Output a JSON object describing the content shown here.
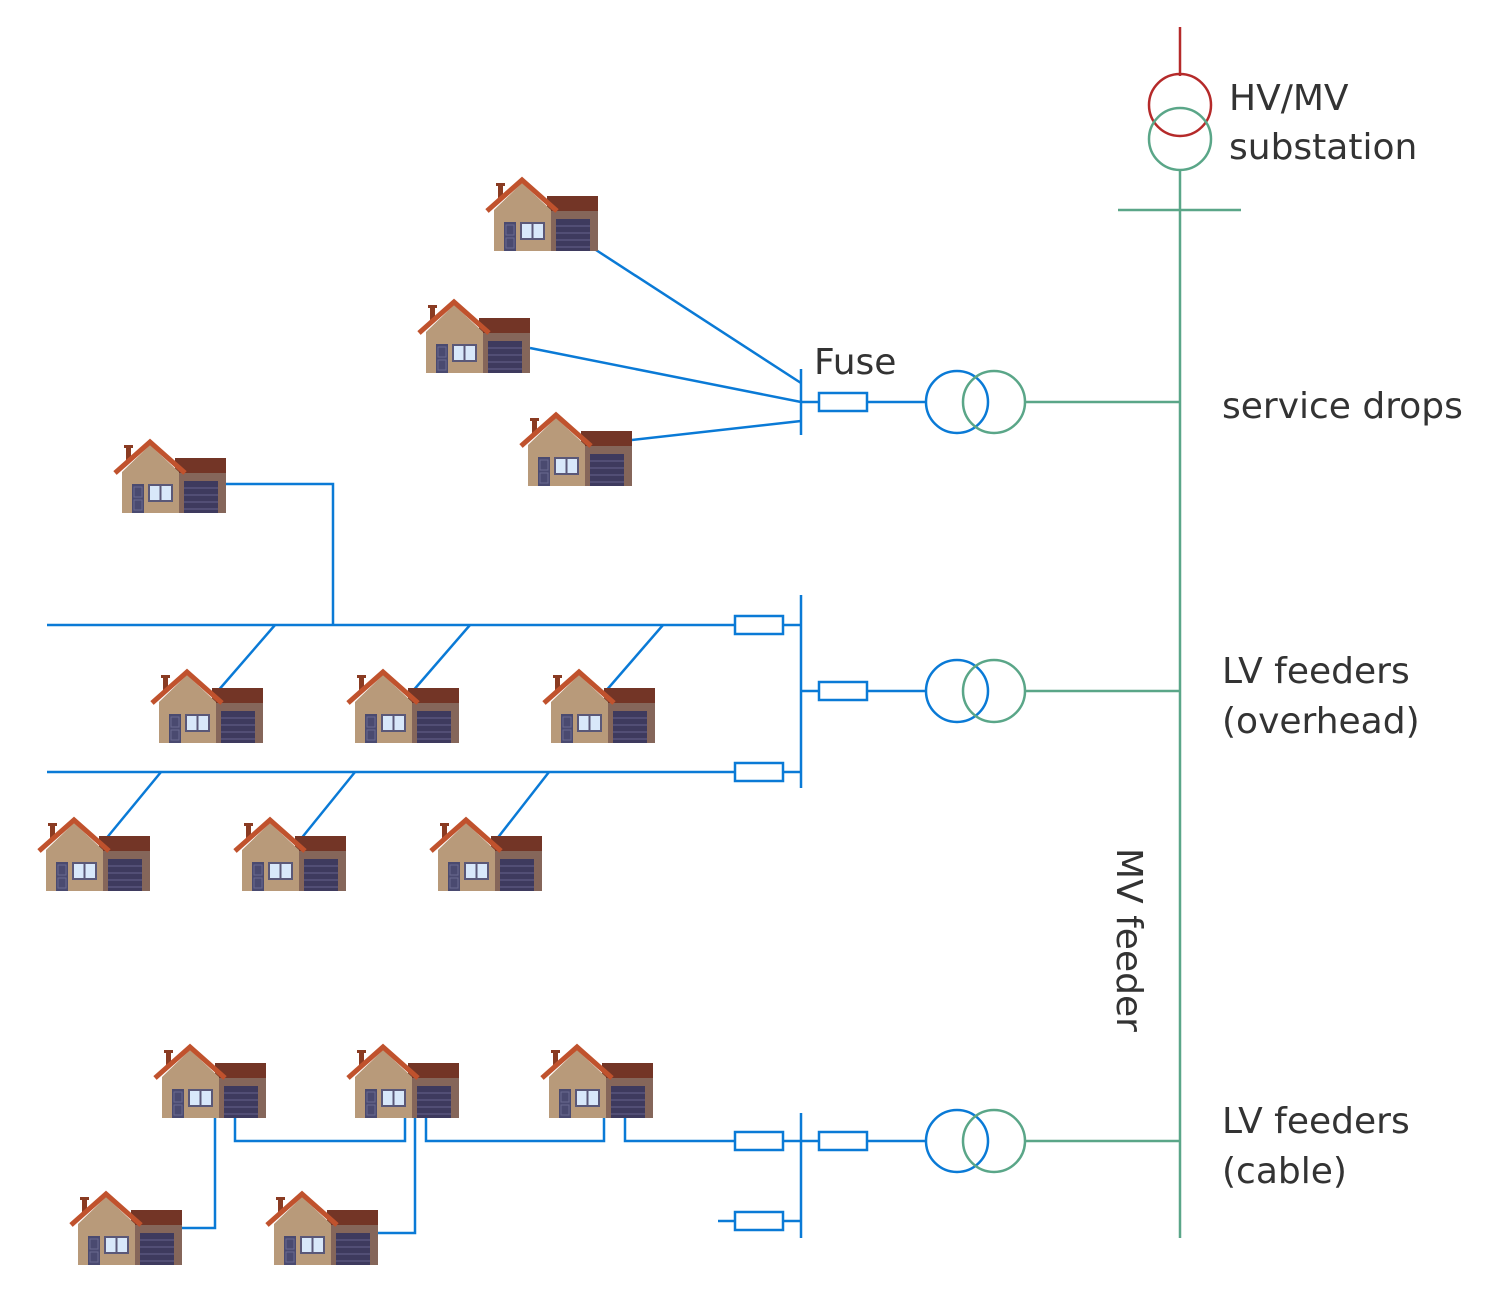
{
  "title": "LV distribution network diagram",
  "colors": {
    "lv_line": "#0a7ad6",
    "mv_line": "#5aa688",
    "hv_line": "#b52a2a",
    "label_text": "#333333",
    "house_wall": "#b89a7a",
    "house_roof": "#c0522d",
    "garage_roof": "#733526",
    "garage_wall": "#85665a",
    "garage_door": "#3e3a5e",
    "house_door": "#4a4a70",
    "window": "#d8e8fa"
  },
  "labels": {
    "substation_line1": "HV/MV",
    "substation_line2": "substation",
    "fuse": "Fuse",
    "service_drops": "service drops",
    "lv_overhead_line1": "LV feeders",
    "lv_overhead_line2": "(overhead)",
    "lv_cable_line1": "LV feeders",
    "lv_cable_line2": "(cable)",
    "mv_feeder": "MV feeder"
  },
  "sections": [
    {
      "name": "service-drops",
      "houses": 4,
      "fuses": 1,
      "transformer": "MV/LV"
    },
    {
      "name": "lv-feeders-overhead",
      "houses": 6,
      "fuses": 3,
      "transformer": "MV/LV"
    },
    {
      "name": "lv-feeders-cable",
      "houses": 5,
      "fuses": 3,
      "transformer": "MV/LV"
    }
  ],
  "icons": {
    "house": "house-icon",
    "fuse": "fuse-icon",
    "transformer": "transformer-icon"
  }
}
